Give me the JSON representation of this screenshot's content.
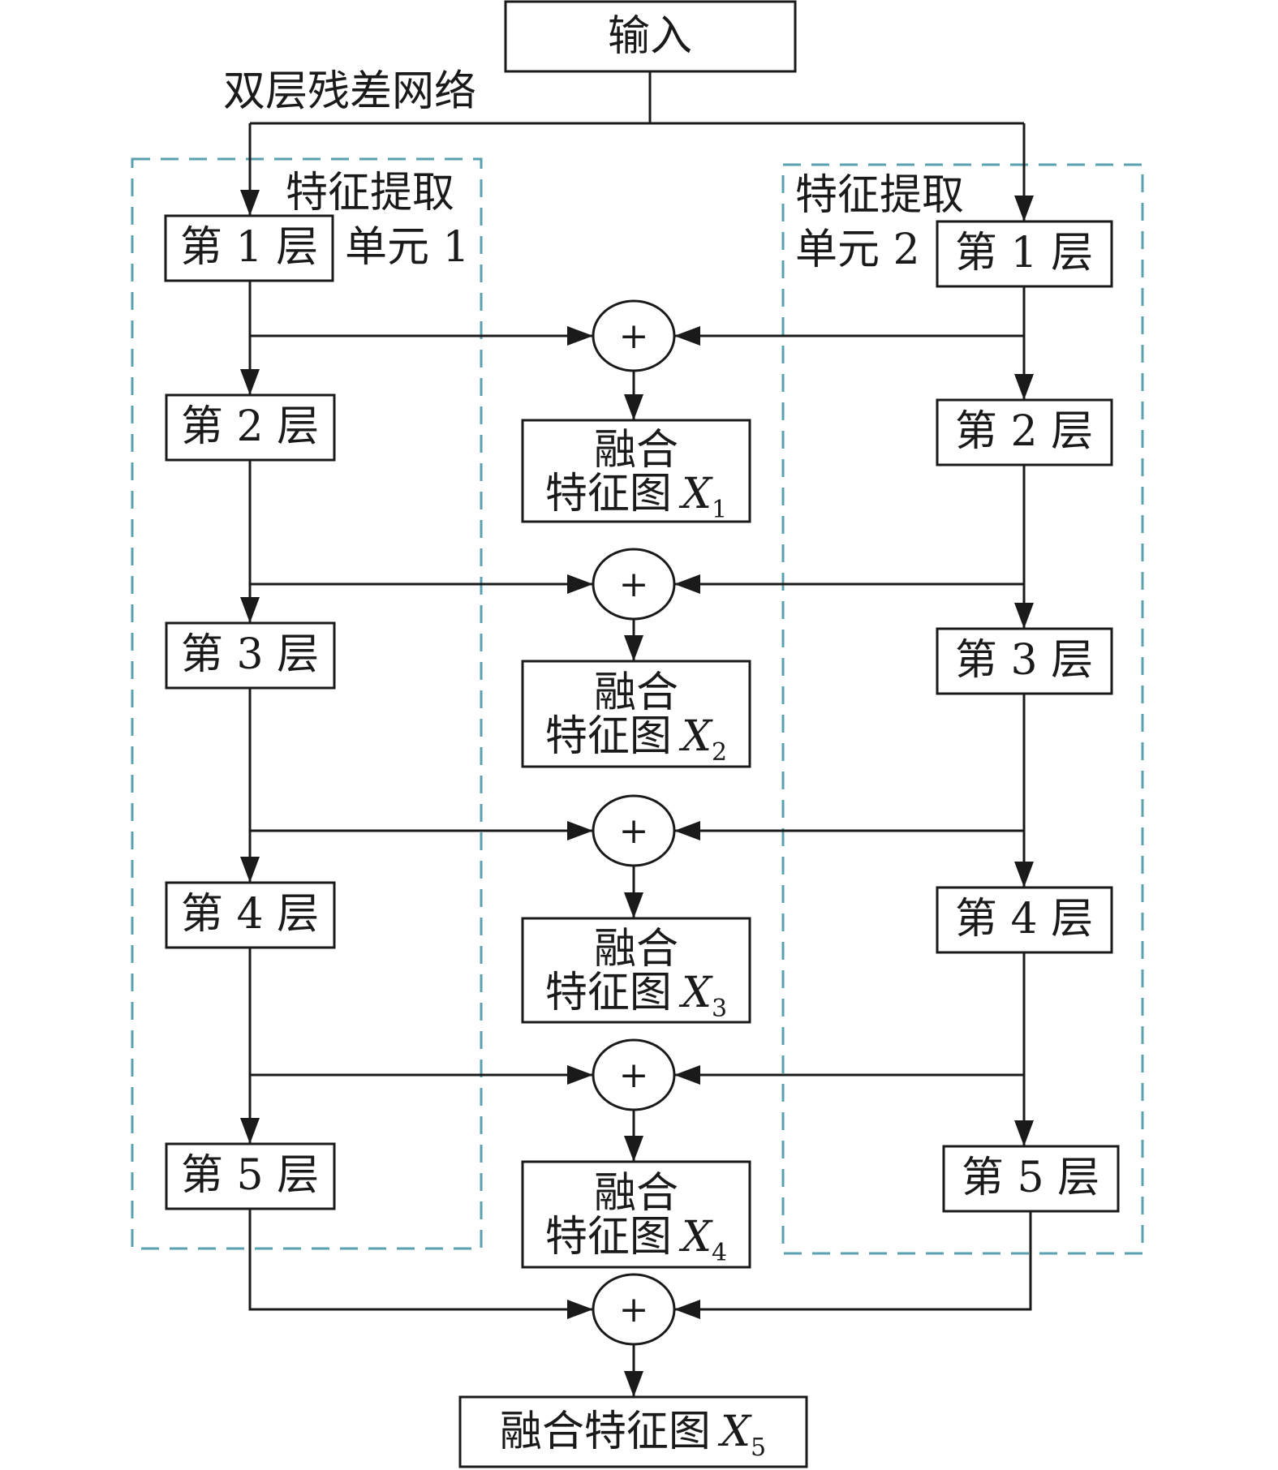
{
  "input": "输入",
  "network_label": "双层残差网络",
  "unit1": {
    "line1": "特征提取",
    "line2": "单元 1"
  },
  "unit2": {
    "line1": "特征提取",
    "line2": "单元 2"
  },
  "layers": [
    "第 1 层",
    "第 2 层",
    "第 3 层",
    "第 4 层",
    "第 5 层"
  ],
  "plus": "+",
  "fusion": {
    "line1": "融合",
    "line2": "特征图",
    "var": "X",
    "subs": [
      "1",
      "2",
      "3",
      "4"
    ]
  },
  "final": {
    "text": "融合特征图",
    "var": "X",
    "sub": "5"
  }
}
